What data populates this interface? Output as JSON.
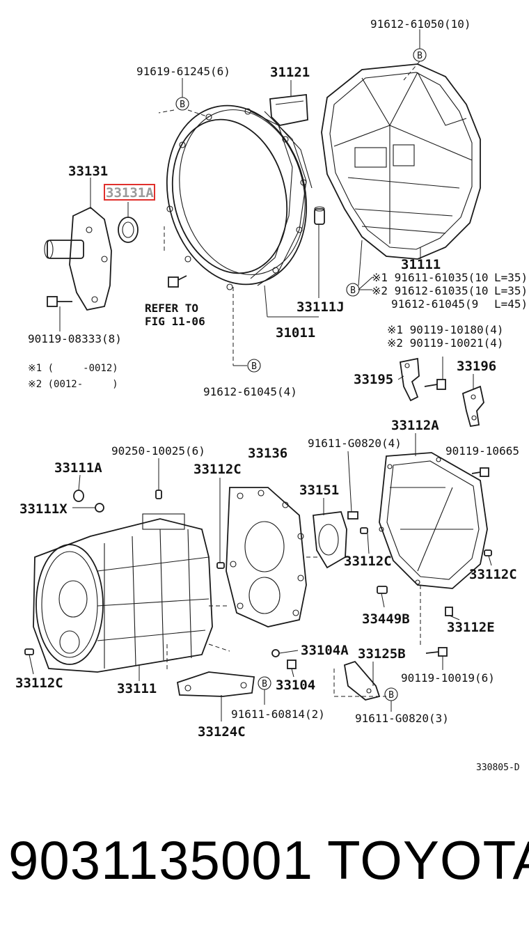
{
  "highlight_color": "#e0302c",
  "labels": {
    "l1": "91612-61050(10)",
    "l2": "91619-61245(6)",
    "l3": "31121",
    "l4": "33131",
    "l5": "33131A",
    "l6": "31111",
    "l7": "※1 91611-61035(10",
    "l8": "L=35)",
    "l9": "※2 91612-61035(10",
    "l10": "L=35)",
    "l11": "91612-61045(9",
    "l12": "L=45)",
    "l13": "REFER TO",
    "l14": "FIG 11-06",
    "l15": "33111J",
    "l16": "31011",
    "l17": "90119-08333(8)",
    "l18": "※1 (     -0012)",
    "l19": "※2 (0012-     )",
    "l20": "91612-61045(4)",
    "l21": "※1 90119-10180(4)",
    "l22": "※2 90119-10021(4)",
    "l23": "33195",
    "l24": "33196",
    "l25": "33112A",
    "l26": "90250-10025(6)",
    "l27": "33136",
    "l28": "91611-G0820(4)",
    "l29": "90119-10665",
    "l30": "33111A",
    "l31": "33112C",
    "l32": "33151",
    "l33": "33111X",
    "l34": "33112C",
    "l35": "33112C",
    "l36": "33449B",
    "l37": "33112E",
    "l38": "33104A",
    "l39": "33125B",
    "l40": "33112C",
    "l41": "33111",
    "l42": "33104",
    "l43": "90119-10019(6)",
    "l44": "91611-60814(2)",
    "l45": "91611-G0820(3)",
    "l46": "33124C",
    "l47": "330805-D"
  },
  "bolt_marker": "B",
  "footer": {
    "part_number": "9031135001",
    "brand": "TOYOTA"
  }
}
